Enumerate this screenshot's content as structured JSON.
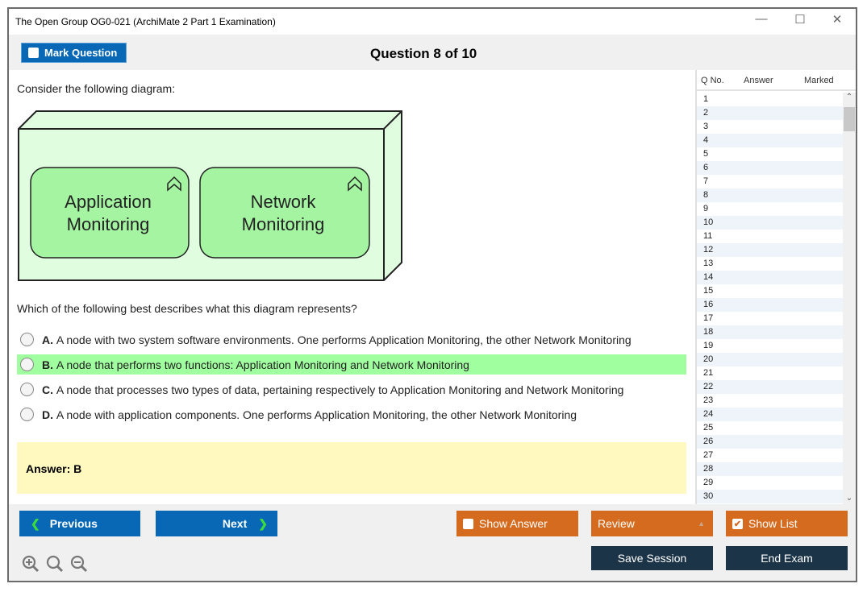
{
  "window": {
    "title": "The Open Group OG0-021 (ArchiMate 2 Part 1 Examination)"
  },
  "toolbar": {
    "mark_question": "Mark Question",
    "question_counter": "Question 8 of 10"
  },
  "question": {
    "intro": "Consider the following diagram:",
    "diagram": {
      "elements": [
        "Application Monitoring",
        "Network Monitoring"
      ],
      "element_lines": [
        [
          "Application",
          "Monitoring"
        ],
        [
          "Network",
          "Monitoring"
        ]
      ]
    },
    "prompt": "Which of the following best describes what this diagram represents?",
    "options": [
      {
        "letter": "A.",
        "text": "A node with two system software environments. One performs Application Monitoring, the other Network Monitoring",
        "highlighted": false
      },
      {
        "letter": "B.",
        "text": "A node that performs two functions: Application Monitoring and Network Monitoring",
        "highlighted": true
      },
      {
        "letter": "C.",
        "text": "A node that processes two types of data, pertaining respectively to Application Monitoring and Network Monitoring",
        "highlighted": false
      },
      {
        "letter": "D.",
        "text": "A node with application components. One performs Application Monitoring, the other Network Monitoring",
        "highlighted": false
      }
    ],
    "answer": "Answer: B"
  },
  "list": {
    "headers": [
      "Q No.",
      "Answer",
      "Marked"
    ],
    "rows": [
      "1",
      "2",
      "3",
      "4",
      "5",
      "6",
      "7",
      "8",
      "9",
      "10",
      "11",
      "12",
      "13",
      "14",
      "15",
      "16",
      "17",
      "18",
      "19",
      "20",
      "21",
      "22",
      "23",
      "24",
      "25",
      "26",
      "27",
      "28",
      "29",
      "30"
    ]
  },
  "footer": {
    "previous": "Previous",
    "next": "Next",
    "show_answer": "Show Answer",
    "review": "Review",
    "show_list": "Show List",
    "show_list_checked": true,
    "save_session": "Save Session",
    "end_exam": "End Exam"
  },
  "colors": {
    "primary": "#0868b5",
    "orange": "#d56b1f",
    "navy": "#1c3448",
    "correct_highlight": "#a0ff9f",
    "answer_bg": "#fff9c0"
  }
}
